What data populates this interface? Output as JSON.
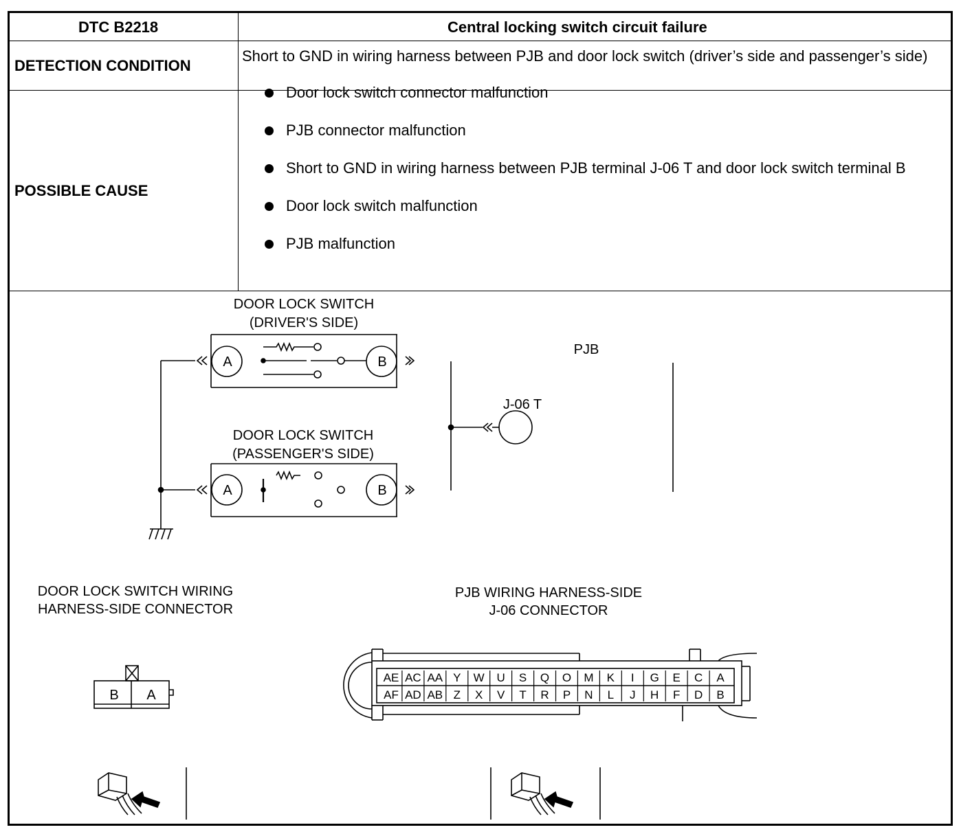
{
  "table": {
    "header": {
      "code": "DTC B2218",
      "title": "Central locking switch circuit failure"
    },
    "detection": {
      "label": "DETECTION CONDITION",
      "text": "Short to GND in wiring harness between PJB and door lock switch (driver’s side and passenger’s side)"
    },
    "cause": {
      "label": "POSSIBLE CAUSE",
      "items": [
        "Door lock switch connector malfunction",
        "PJB connector malfunction",
        "Short to GND in wiring harness between PJB terminal J-06 T and door lock switch terminal B",
        "Door lock switch malfunction",
        "PJB malfunction"
      ]
    }
  },
  "diagram": {
    "switch_driver": {
      "title_line1": "DOOR LOCK SWITCH",
      "title_line2": "(DRIVER'S SIDE)",
      "term_a": "A",
      "term_b": "B"
    },
    "switch_passenger": {
      "title_line1": "DOOR LOCK SWITCH",
      "title_line2": "(PASSENGER'S SIDE)",
      "term_a": "A",
      "term_b": "B"
    },
    "pjb": {
      "label": "PJB",
      "terminal": "J-06 T"
    },
    "door_connector": {
      "title_line1": "DOOR LOCK SWITCH WIRING",
      "title_line2": "HARNESS-SIDE CONNECTOR",
      "pins": [
        "B",
        "A"
      ]
    },
    "pjb_connector": {
      "title_line1": "PJB WIRING HARNESS-SIDE",
      "title_line2": "J-06 CONNECTOR",
      "top_row": [
        "AE",
        "AC",
        "AA",
        "Y",
        "W",
        "U",
        "S",
        "Q",
        "O",
        "M",
        "K",
        "I",
        "G",
        "E",
        "C",
        "A"
      ],
      "bottom_row": [
        "AF",
        "AD",
        "AB",
        "Z",
        "X",
        "V",
        "T",
        "R",
        "P",
        "N",
        "L",
        "J",
        "H",
        "F",
        "D",
        "B"
      ]
    }
  }
}
